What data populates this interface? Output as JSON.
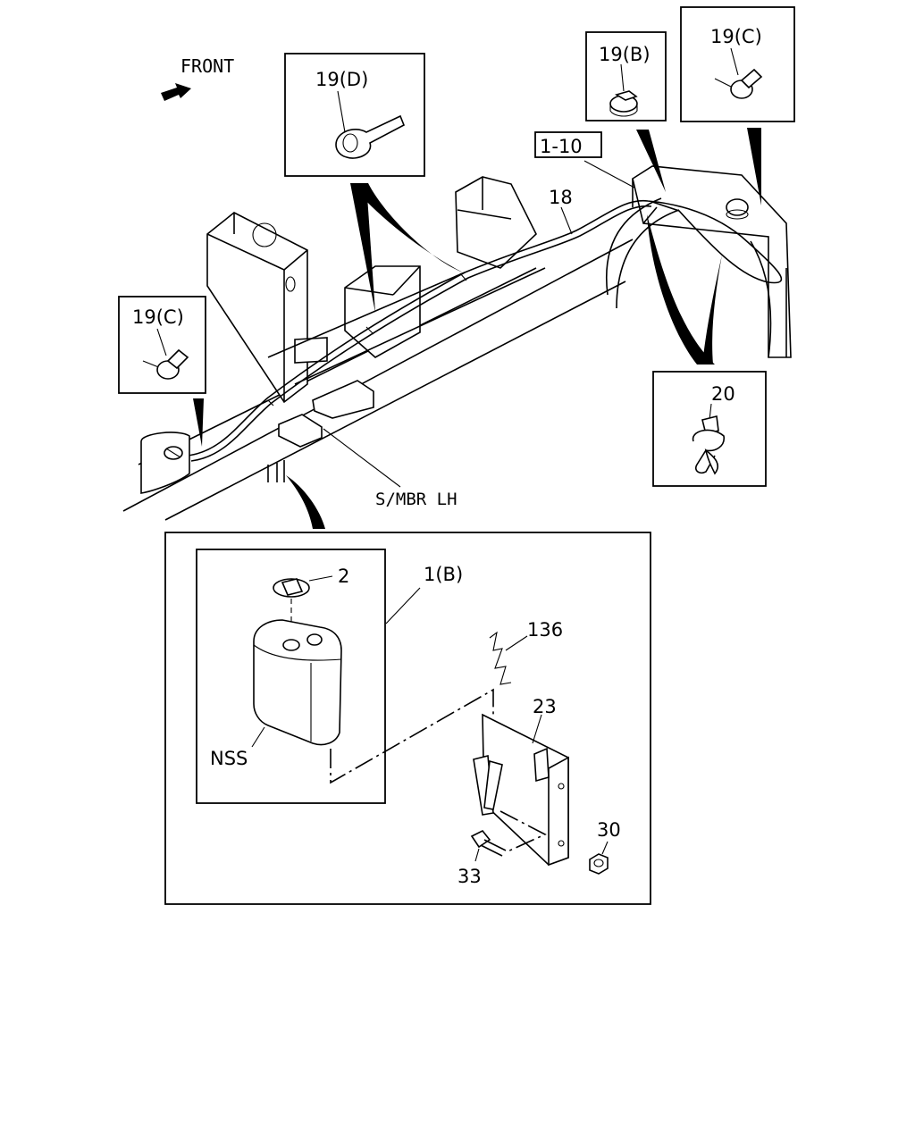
{
  "labels": {
    "front": "FRONT",
    "clip_19d": "19(D)",
    "clip_19b": "19(B)",
    "clip_19c_top": "19(C)",
    "clip_19c_left": "19(C)",
    "ref_1_10": "1-10",
    "hose_18": "18",
    "clamp_20": "20",
    "side_member": "S/MBR LH",
    "cap_2": "2",
    "tank_1b": "1(B)",
    "nss": "NSS",
    "part_136": "136",
    "bracket_23": "23",
    "nut_30": "30",
    "bolt_33": "33"
  }
}
